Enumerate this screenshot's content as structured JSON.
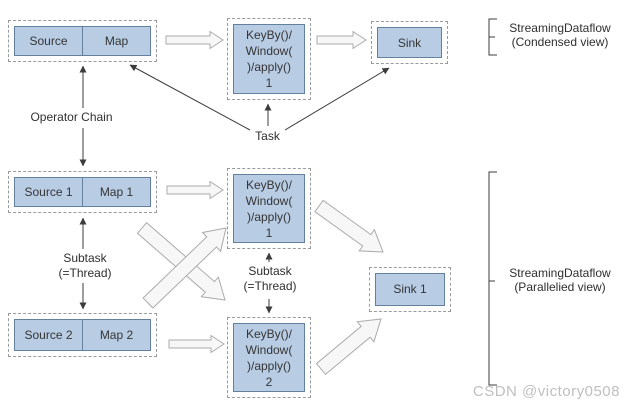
{
  "condensed": {
    "source": "Source",
    "map": "Map",
    "keyby": "KeyBy()/\nWindow(\n)/apply()\n1",
    "sink": "Sink",
    "title": "StreamingDataflow\n(Condensed view)"
  },
  "parallel": {
    "source1": "Source 1",
    "map1": "Map 1",
    "source2": "Source 2",
    "map2": "Map 2",
    "keyby1": "KeyBy()/\nWindow(\n)/apply()\n1",
    "keyby2": "KeyBy()/\nWindow(\n)/apply()\n2",
    "sink1": "Sink 1",
    "title": "StreamingDataflow\n(Parallelied view)"
  },
  "annotations": {
    "operator_chain": "Operator Chain",
    "task": "Task",
    "subtask_left": "Subtask\n(=Thread)",
    "subtask_middle": "Subtask\n(=Thread)"
  },
  "watermark": "CSDN @victory0508",
  "colors": {
    "node_fill": "#b8cce4",
    "node_border": "#63809f",
    "dashed_border": "#9a9a9a",
    "line": "#3d3d3d",
    "block_arrow_fill": "#f7f7f7",
    "block_arrow_stroke": "#ababab",
    "watermark": "#bfbfbf"
  }
}
